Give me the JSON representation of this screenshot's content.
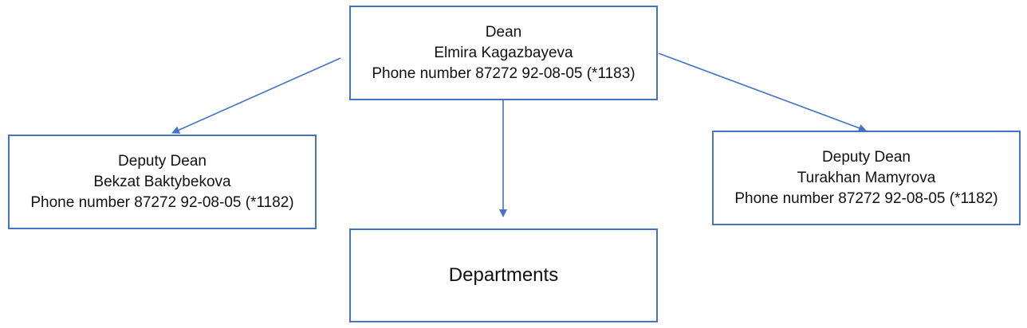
{
  "colors": {
    "border": "#4472c4",
    "connector": "#4472c4",
    "text": "#111111"
  },
  "dean": {
    "role": "Dean",
    "name": "Elmira Kagazbayeva",
    "phone": "Phone number 87272 92-08-05 (*1183)"
  },
  "deputy_left": {
    "role": "Deputy Dean",
    "name": "Bekzat Baktybekova",
    "phone": "Phone number 87272 92-08-05 (*1182)"
  },
  "deputy_right": {
    "role": "Deputy Dean",
    "name": "Turakhan Mamyrova",
    "phone": "Phone number 87272 92-08-05 (*1182)"
  },
  "departments": {
    "label": "Departments"
  }
}
